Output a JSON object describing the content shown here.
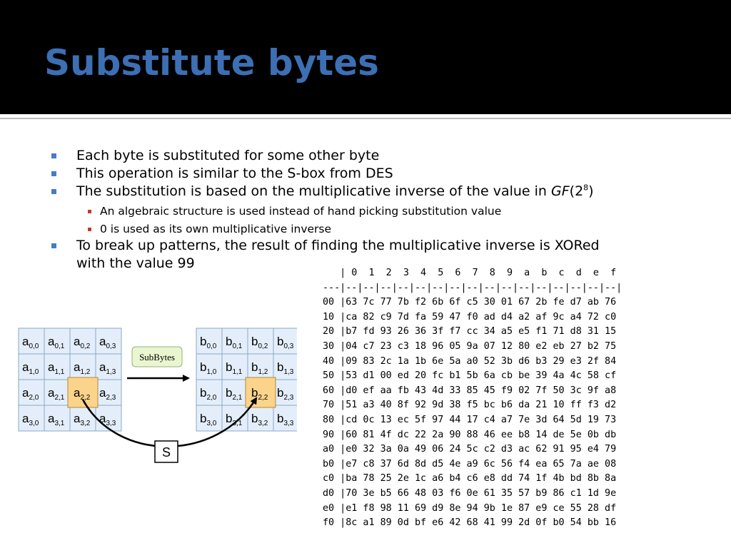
{
  "slide": {
    "title": "Substitute bytes",
    "bullets": [
      {
        "text": "Each byte is substituted for some other byte"
      },
      {
        "text": "This operation is similar to the S-box from DES"
      },
      {
        "text_before": "The substitution is based on the multiplicative inverse of the value in ",
        "gf": "GF",
        "paren_open": "(2",
        "exp": "8",
        "paren_close": ")"
      },
      {
        "text": "To break up patterns, the result of finding the multiplicative inverse is XORed",
        "text_line2": "with the value 99"
      }
    ],
    "sub_bullets": [
      {
        "text": "An algebraic structure is used instead of hand picking substitution value"
      },
      {
        "text": "0 is used as its own multiplicative inverse"
      }
    ]
  },
  "diagram": {
    "subbytes_label": "SubBytes",
    "s_label": "S",
    "input_letter": "a",
    "output_letter": "b",
    "indices": [
      "0,0",
      "0,1",
      "0,2",
      "0,3",
      "1,0",
      "1,1",
      "1,2",
      "1,3",
      "2,0",
      "2,1",
      "2,2",
      "2,3",
      "3,0",
      "3,1",
      "3,2",
      "3,3"
    ],
    "highlight_index": "2,2",
    "colors": {
      "cell_fill": "#e4eefa",
      "cell_border": "#8aa8c8",
      "highlight": "#fbd38a",
      "label_fill": "#e9f6cf"
    }
  },
  "sbox_table": {
    "lines": [
      "   | 0  1  2  3  4  5  6  7  8  9  a  b  c  d  e  f",
      "---|--|--|--|--|--|--|--|--|--|--|--|--|--|--|--|--|",
      "00 |63 7c 77 7b f2 6b 6f c5 30 01 67 2b fe d7 ab 76",
      "10 |ca 82 c9 7d fa 59 47 f0 ad d4 a2 af 9c a4 72 c0",
      "20 |b7 fd 93 26 36 3f f7 cc 34 a5 e5 f1 71 d8 31 15",
      "30 |04 c7 23 c3 18 96 05 9a 07 12 80 e2 eb 27 b2 75",
      "40 |09 83 2c 1a 1b 6e 5a a0 52 3b d6 b3 29 e3 2f 84",
      "50 |53 d1 00 ed 20 fc b1 5b 6a cb be 39 4a 4c 58 cf",
      "60 |d0 ef aa fb 43 4d 33 85 45 f9 02 7f 50 3c 9f a8",
      "70 |51 a3 40 8f 92 9d 38 f5 bc b6 da 21 10 ff f3 d2",
      "80 |cd 0c 13 ec 5f 97 44 17 c4 a7 7e 3d 64 5d 19 73",
      "90 |60 81 4f dc 22 2a 90 88 46 ee b8 14 de 5e 0b db",
      "a0 |e0 32 3a 0a 49 06 24 5c c2 d3 ac 62 91 95 e4 79",
      "b0 |e7 c8 37 6d 8d d5 4e a9 6c 56 f4 ea 65 7a ae 08",
      "c0 |ba 78 25 2e 1c a6 b4 c6 e8 dd 74 1f 4b bd 8b 8a",
      "d0 |70 3e b5 66 48 03 f6 0e 61 35 57 b9 86 c1 1d 9e",
      "e0 |e1 f8 98 11 69 d9 8e 94 9b 1e 87 e9 ce 55 28 df",
      "f0 |8c a1 89 0d bf e6 42 68 41 99 2d 0f b0 54 bb 16"
    ]
  },
  "colors": {
    "title": "#3c6fb4",
    "title_bar": "#000000",
    "bullet_marker": "#4a7ac7",
    "sub_bullet_marker": "#c0392b"
  }
}
